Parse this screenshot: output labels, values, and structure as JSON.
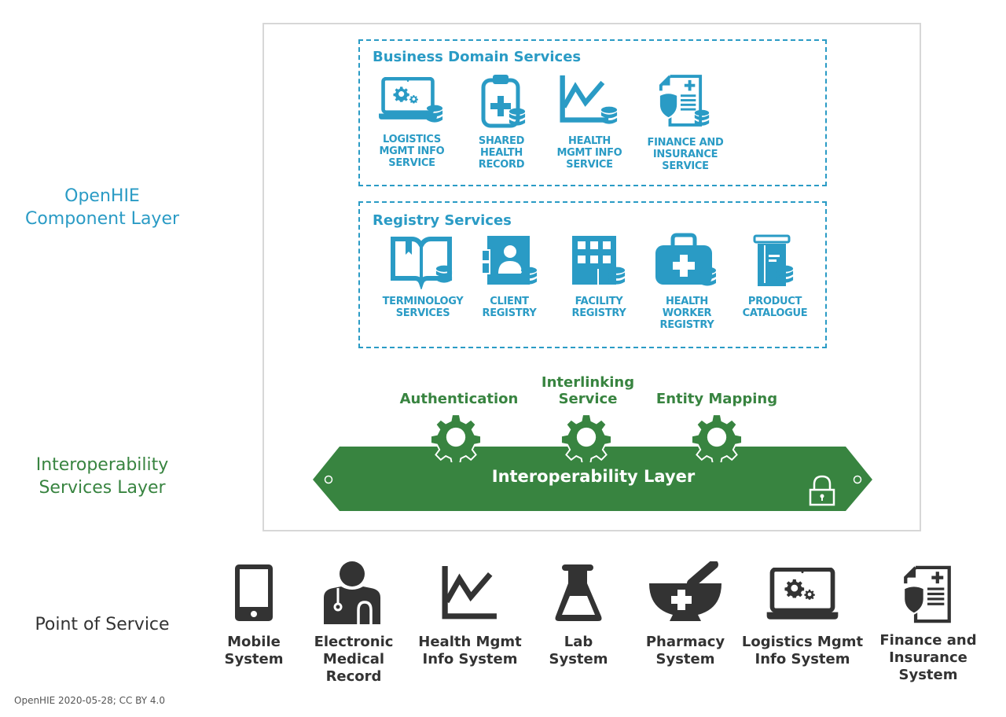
{
  "layers": {
    "component": "OpenHIE\nComponent Layer",
    "interoperability": "Interoperability\nServices Layer",
    "point_of_service": "Point of Service"
  },
  "colors": {
    "component_blue": "#2a9bc5",
    "interop_green": "#388440",
    "pos_dark": "#333333",
    "frame_gray": "#d7d7d7"
  },
  "business_domain": {
    "title": "Business Domain Services",
    "services": [
      {
        "label": "LOGISTICS\nMGMT INFO\nSERVICE",
        "icon": "laptop-gears-database-icon"
      },
      {
        "label": "SHARED\nHEALTH\nRECORD",
        "icon": "clipboard-cross-database-icon"
      },
      {
        "label": "HEALTH\nMGMT INFO\nSERVICE",
        "icon": "line-chart-database-icon"
      },
      {
        "label": "FINANCE AND\nINSURANCE\nSERVICE",
        "icon": "insurance-document-database-icon"
      }
    ]
  },
  "registry": {
    "title": "Registry Services",
    "services": [
      {
        "label": "TERMINOLOGY\nSERVICES",
        "icon": "book-database-icon"
      },
      {
        "label": "CLIENT\nREGISTRY",
        "icon": "contact-book-database-icon"
      },
      {
        "label": "FACILITY\nREGISTRY",
        "icon": "building-database-icon"
      },
      {
        "label": "HEALTH\nWORKER\nREGISTRY",
        "icon": "medical-bag-database-icon"
      },
      {
        "label": "PRODUCT\nCATALOGUE",
        "icon": "product-container-database-icon"
      }
    ]
  },
  "interop": {
    "services": [
      {
        "label": "Authentication",
        "icon": "gear-icon"
      },
      {
        "label": "Interlinking\nService",
        "icon": "gear-icon"
      },
      {
        "label": "Entity Mapping",
        "icon": "gear-icon"
      }
    ],
    "bar_label": "Interoperability Layer",
    "lock_icon": "lock-icon"
  },
  "point_of_service": [
    {
      "label": "Mobile\nSystem",
      "icon": "tablet-icon"
    },
    {
      "label": "Electronic\nMedical\nRecord",
      "icon": "doctor-icon"
    },
    {
      "label": "Health Mgmt\nInfo System",
      "icon": "line-chart-icon"
    },
    {
      "label": "Lab\nSystem",
      "icon": "flask-icon"
    },
    {
      "label": "Pharmacy\nSystem",
      "icon": "mortar-pestle-icon"
    },
    {
      "label": "Logistics Mgmt\nInfo System",
      "icon": "laptop-gears-icon"
    },
    {
      "label": "Finance and\nInsurance\nSystem",
      "icon": "insurance-document-icon"
    }
  ],
  "footer": "OpenHIE 2020-05-28; CC BY 4.0"
}
